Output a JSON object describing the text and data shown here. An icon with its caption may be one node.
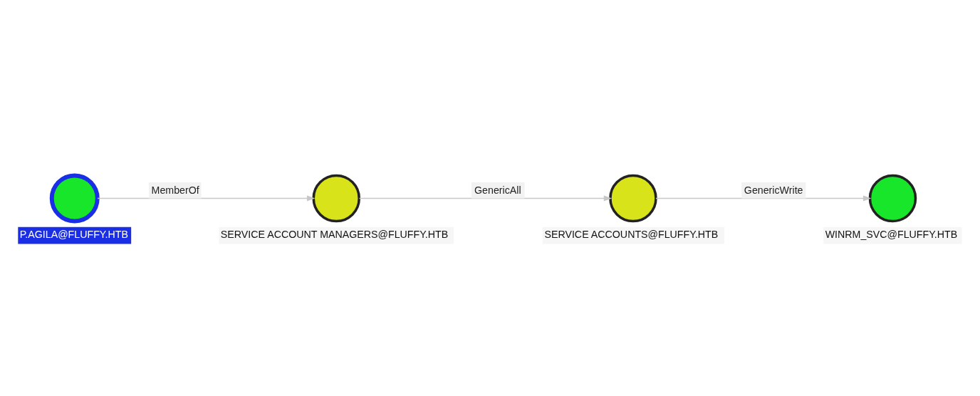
{
  "diagram": {
    "nodes": [
      {
        "text": [
          "P.AGILA@FLUFFY.HTB"
        ]
      },
      {
        "text": [
          "SERVICE ACCOUNT MANAGERS@FLUFFY.HTB"
        ]
      },
      {
        "text": [
          "SERVICE ACCOUNTS@FLUFFY.HTB"
        ]
      },
      {
        "text": [
          "WINRM_SVC@FLUFFY.HTB"
        ]
      }
    ],
    "edges": [
      {
        "from": 0,
        "to": 1,
        "arrow": "to",
        "label": "MemberOf"
      },
      {
        "from": 1,
        "to": 2,
        "arrow": "to",
        "label": "GenericAll"
      },
      {
        "from": 2,
        "to": 3,
        "arrow": "to",
        "label": "GenericWrite"
      }
    ]
  }
}
